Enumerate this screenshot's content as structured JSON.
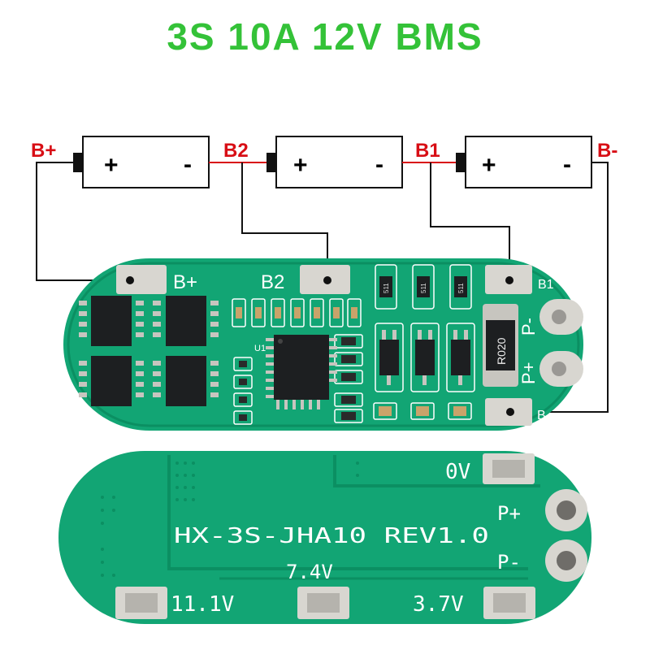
{
  "title": "3S 10A 12V BMS",
  "colors": {
    "title": "#34c238",
    "pcb": "#12a574",
    "pcb_dark": "#0b8f62",
    "silk": "#ffffff",
    "pad": "#d8d6d0",
    "wire": "#111111",
    "label_red": "#d80e15",
    "chip": "#1d1f21"
  },
  "wire_labels": [
    "B+",
    "B2",
    "B1",
    "B-"
  ],
  "cells": [
    {
      "plus": "+",
      "minus": "-"
    },
    {
      "plus": "+",
      "minus": "-"
    },
    {
      "plus": "+",
      "minus": "-"
    }
  ],
  "front_board": {
    "pad_labels": {
      "b_plus": "B+",
      "b2": "B2",
      "b1": "B1",
      "b_minus": "B-",
      "p_minus": "P-",
      "p_plus": "P+"
    },
    "u1_label": "U1",
    "resistor_code": "R020",
    "small_codes": [
      "511",
      "511",
      "511"
    ]
  },
  "back_board": {
    "model": "HX-3S-JHA10 REV1.0",
    "ov": "0V",
    "p_plus": "P+",
    "p_minus": "P-",
    "v74": "7.4V",
    "v111": "11.1V",
    "v37": "3.7V"
  }
}
